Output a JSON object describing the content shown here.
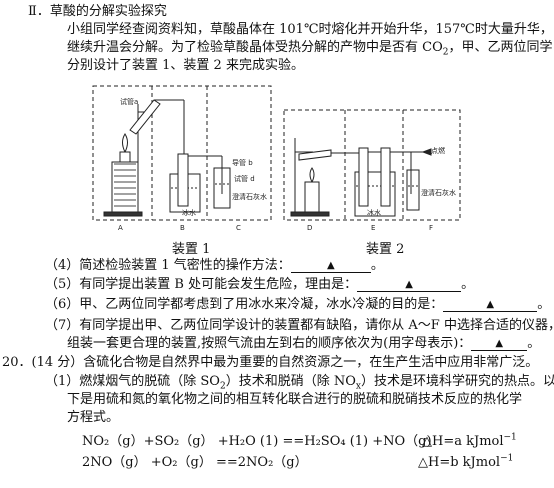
{
  "section_title": "Ⅱ．草酸的分解实验探究",
  "intro": {
    "line1": "小组同学经查阅资料知，草酸晶体在 101℃时熔化并开始升华，157℃时大量升华，",
    "line2a": "继续升温会分解。为了检验草酸晶体受热分解的产物中是否有 CO",
    "line2b": "，甲、乙两位同学",
    "line3": "分别设计了装置 1、装置 2 来完成实验。",
    "co2_sub": "2"
  },
  "figure1": {
    "caption": "装置 1",
    "labels": {
      "tube": "试管a",
      "a": "A",
      "b": "B",
      "c": "C",
      "conduit": "导管 b",
      "tube_d": "试管 d",
      "limewater": "澄清石灰水",
      "ice": "冰水"
    }
  },
  "figure2": {
    "caption": "装置 2",
    "labels": {
      "d": "D",
      "e": "E",
      "f": "F",
      "ignite": "点燃",
      "limewater": "澄清石灰水",
      "ice": "冰水"
    }
  },
  "q4": {
    "text": "（4）简述检验装置 1 气密性的操作方法：",
    "tail": "。"
  },
  "q5": {
    "text": "（5）有同学提出装置 B 处可能会发生危险，理由是：",
    "tail": "。"
  },
  "q6": {
    "text": "（6）甲、乙两位同学都考虑到了用冰水来冷凝，冰水冷凝的目的是：",
    "tail": "。"
  },
  "q7": {
    "line1": "（7）有同学提出甲、乙两位同学设计的装置都有缺陷，请你从 A～F 中选择合适的仪器，",
    "line2": "组装一套更合理的装置,按照气流由左到右的顺序依次为(用字母表示)：",
    "tail": "。"
  },
  "q20": {
    "head": "20．(14 分）含硫化合物是自然界中最为重要的自然资源之一，在生产生活中应用非常广泛。",
    "sub1a": "（1）燃煤烟气的脱硫（除 SO",
    "sub1b": "）技术和脱硝（除 NO",
    "sub1c": "）技术是环境科学研究的热点。以",
    "sub1_so2": "2",
    "sub1_nox": "x",
    "line2": "下是用硫和氮的氧化物之间的相互转化联合进行的脱硫和脱硝技术反应的热化学",
    "line3": "方程式。",
    "eq1": {
      "lhs": "NO₂（g）+SO₂（g） +H₂O (1) ==H₂SO₄ (1)  +NO（g)",
      "dh": "△H=a  kJmol",
      "exp": "−1"
    },
    "eq2": {
      "lhs": "2NO（g）  +O₂（g）   ==2NO₂（g）",
      "dh": "△H=b  kJmol",
      "exp": "−1"
    }
  },
  "blank_mark": "▲"
}
